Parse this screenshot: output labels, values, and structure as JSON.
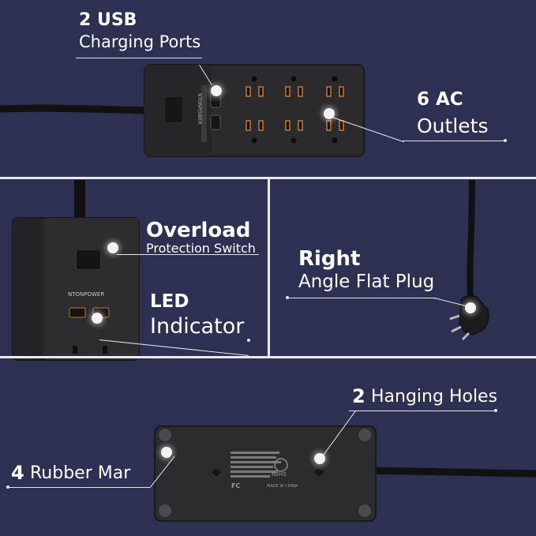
{
  "labels": {
    "usb_number": "2 USB",
    "usb_text": "Charging Ports",
    "ac_number": "6 AC",
    "ac_text": "Outlets",
    "overload_title": "Overload",
    "overload_text": "Protection Switch",
    "led_title": "LED",
    "led_text": "Indicator",
    "plug_title": "Right",
    "plug_text": "Angle Flat Plug",
    "holes_number": "2",
    "holes_text": "Hanging Holes",
    "feet_number": "4",
    "feet_text": "Rubber Mar"
  },
  "product": {
    "brand": "NTONPOWER",
    "bottom_marks": [
      "FC",
      "RoHS",
      "MADE IN CHINA"
    ]
  },
  "colors": {
    "background": "#2d3050",
    "device": "#2a2a2c",
    "highlight": "#ffffff"
  }
}
